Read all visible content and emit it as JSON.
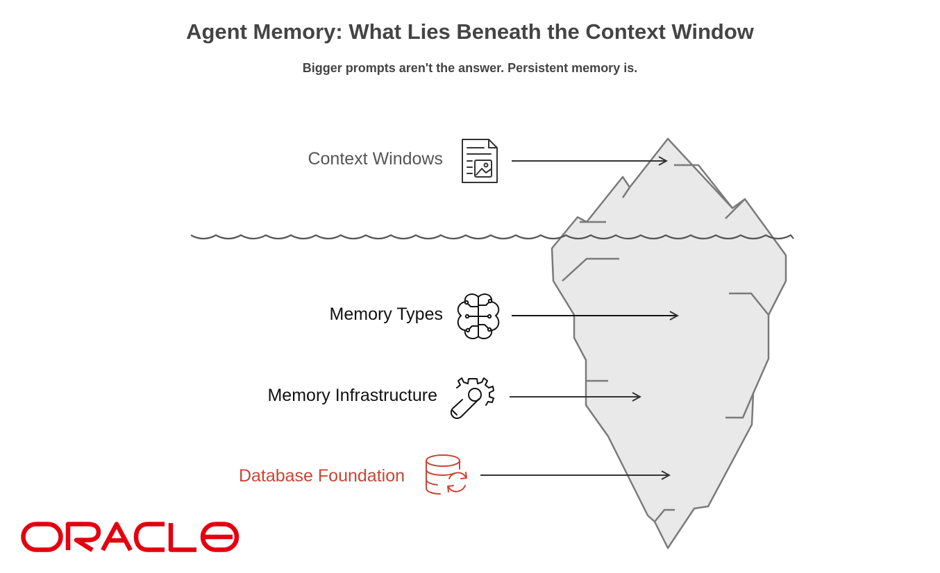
{
  "header": {
    "title": "Agent Memory: What Lies Beneath the Context Window",
    "subtitle": "Bigger prompts aren't the answer. Persistent memory is."
  },
  "layers": [
    {
      "label": "Context Windows",
      "icon": "document-image-icon",
      "color": "#555555"
    },
    {
      "label": "Memory Types",
      "icon": "brain-circuit-icon",
      "color": "#111111"
    },
    {
      "label": "Memory Infrastructure",
      "icon": "gear-wrench-icon",
      "color": "#111111"
    },
    {
      "label": "Database Foundation",
      "icon": "database-sync-icon",
      "color": "#c74634"
    }
  ],
  "logo": {
    "text": "ORACLE",
    "color": "#e3000f"
  },
  "colors": {
    "iceberg_fill": "#e9e9ea",
    "iceberg_stroke": "#7a7a7a",
    "text_dark": "#444444",
    "accent": "#c74634"
  }
}
